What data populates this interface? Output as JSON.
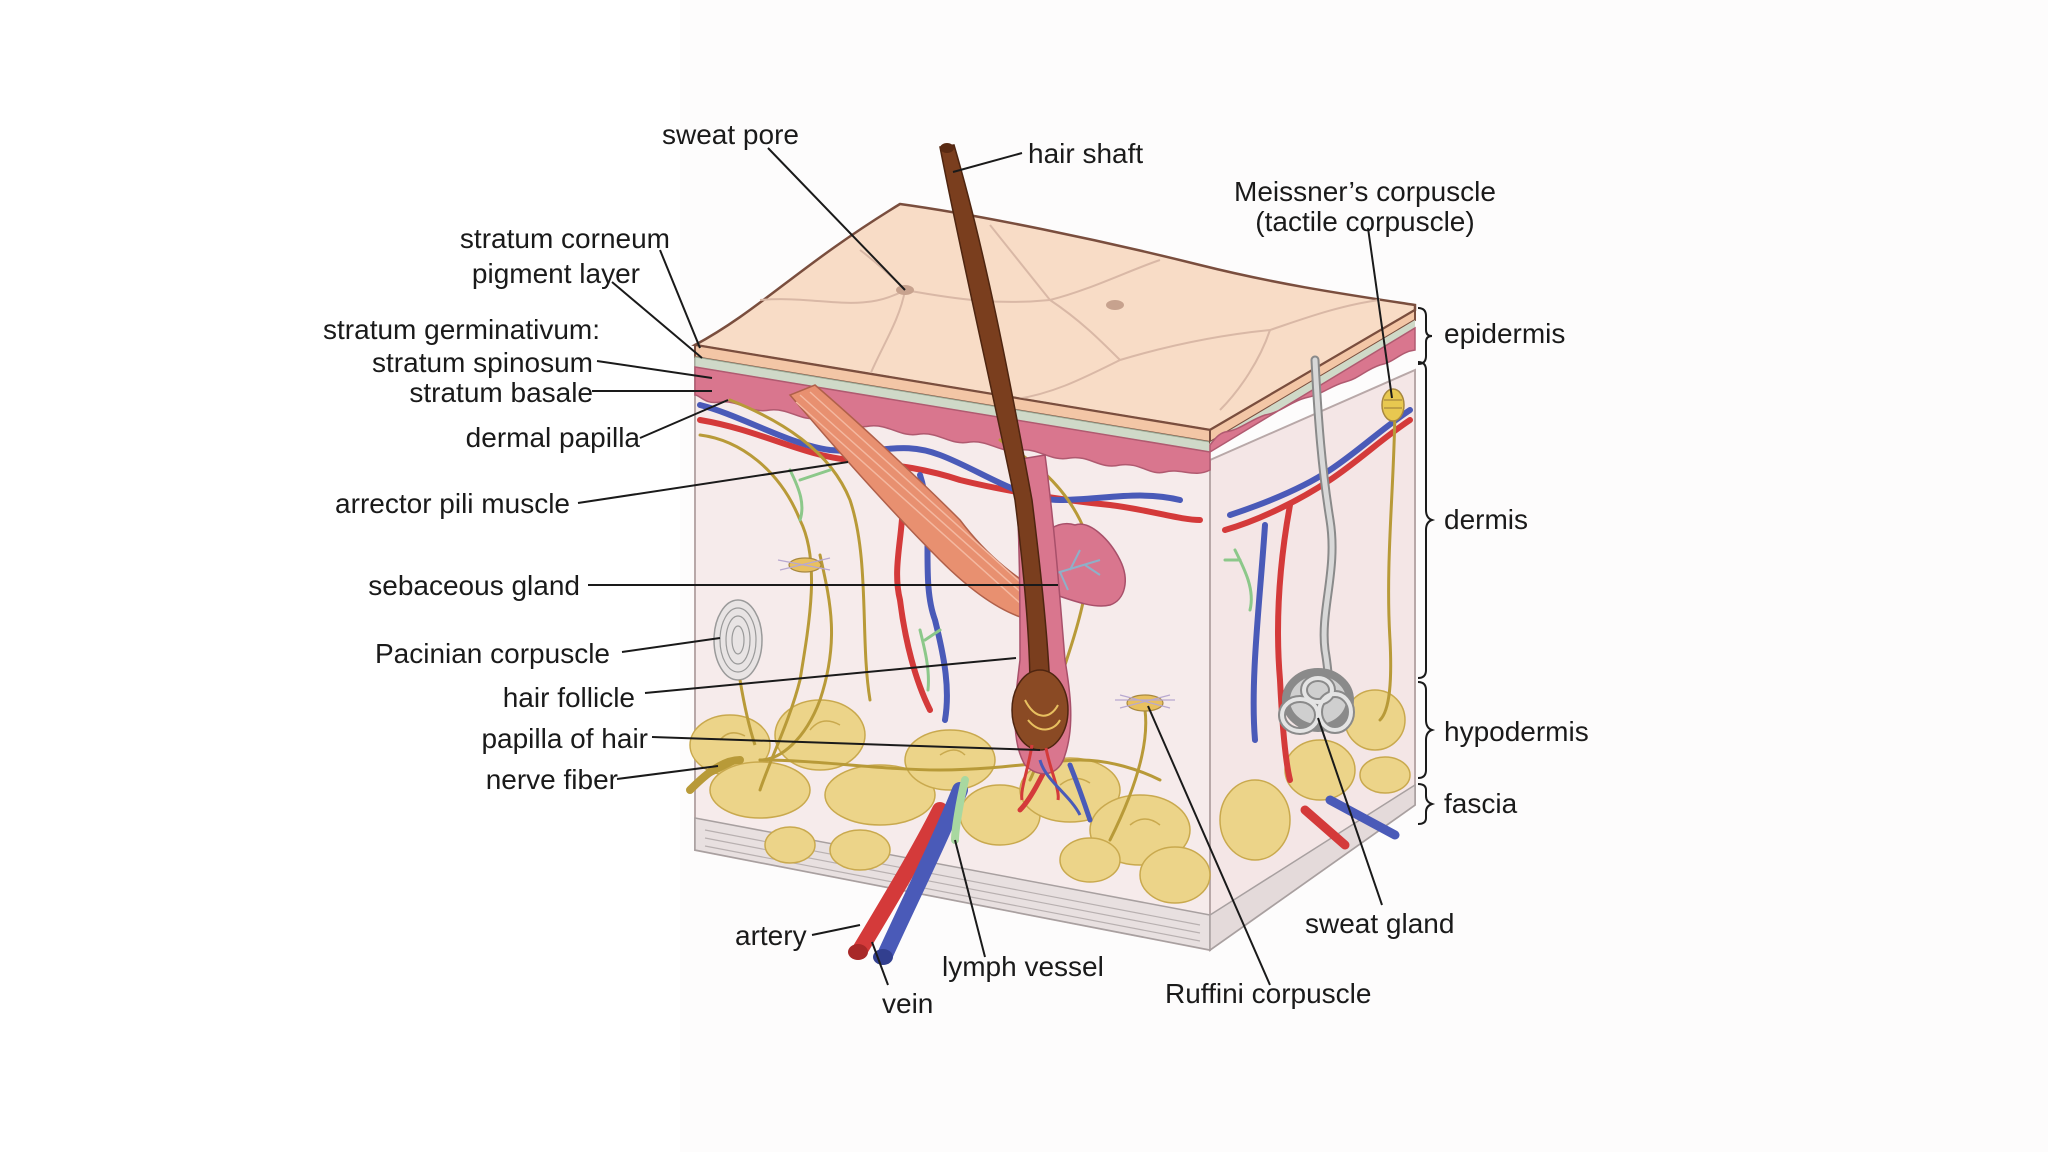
{
  "labels": {
    "sweat_pore": "sweat pore",
    "hair_shaft": "hair shaft",
    "meissner_line1": "Meissner’s corpuscle",
    "meissner_line2": "(tactile corpuscle)",
    "stratum_corneum": "stratum corneum",
    "pigment_layer": "pigment layer",
    "stratum_germinativum": "stratum germinativum:",
    "stratum_spinosum": "stratum spinosum",
    "stratum_basale": "stratum basale",
    "dermal_papilla": "dermal papilla",
    "arrector_pili": "arrector pili muscle",
    "sebaceous_gland": "sebaceous gland",
    "pacinian": "Pacinian corpuscle",
    "hair_follicle": "hair follicle",
    "papilla_of_hair": "papilla of hair",
    "nerve_fiber": "nerve fiber",
    "artery": "artery",
    "vein": "vein",
    "lymph_vessel": "lymph vessel",
    "ruffini": "Ruffini corpuscle",
    "sweat_gland": "sweat gland",
    "epidermis": "epidermis",
    "dermis": "dermis",
    "hypodermis": "hypodermis",
    "fascia": "fascia"
  },
  "colors": {
    "skin_surface": "#f8dcc6",
    "dermis": "#f7ecec",
    "epidermis_pink": "#d9768e",
    "fat": "#ecd489",
    "artery": "#d43a3a",
    "vein": "#4a5ab8",
    "nerve": "#b89a38",
    "hair": "#7a3e1e",
    "muscle": "#e89070"
  }
}
